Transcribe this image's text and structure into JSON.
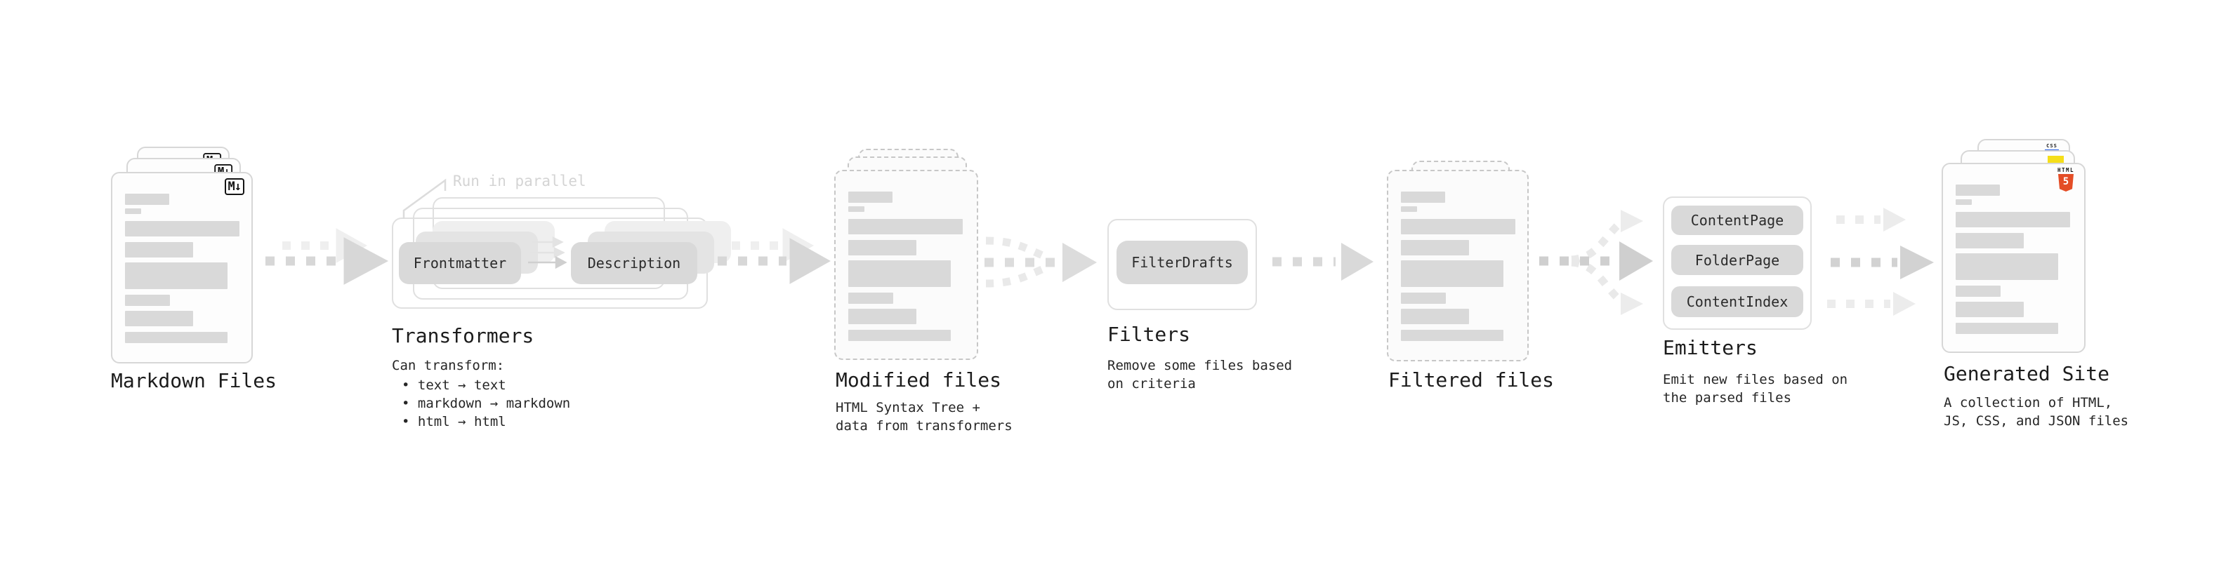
{
  "stages": {
    "markdown_files": {
      "label": "Markdown Files",
      "badge": "M↓"
    },
    "transformers": {
      "label": "Transformers",
      "note": "Run in parallel",
      "boxes": {
        "frontmatter": "Frontmatter",
        "description": "Description"
      },
      "description_heading": "Can transform:",
      "bullets": [
        "• text → text",
        "• markdown → markdown",
        "• html → html"
      ]
    },
    "modified_files": {
      "label": "Modified files",
      "description": "HTML Syntax Tree +\ndata from transformers"
    },
    "filters": {
      "label": "Filters",
      "box": "FilterDrafts",
      "description": "Remove some files based\non criteria"
    },
    "filtered_files": {
      "label": "Filtered files"
    },
    "emitters": {
      "label": "Emitters",
      "boxes": [
        "ContentPage",
        "FolderPage",
        "ContentIndex"
      ],
      "description": "Emit new files based on\nthe parsed files"
    },
    "generated_site": {
      "label": "Generated Site",
      "description": "A collection of HTML,\nJS, CSS, and JSON files",
      "badges": {
        "css": "CSS",
        "html": "HTML",
        "html_number": "5"
      }
    }
  },
  "colors": {
    "skeleton_bar": "#d9d9d9",
    "card_border": "#d7d7d7",
    "dashed_border": "#c7c7c7",
    "pill_fill": "#d9d9d9",
    "arrow": "#d7d7d7",
    "arrow_light": "#ececec",
    "note_text": "#d4d4d4",
    "css_blue": "#2760e6",
    "js_yellow": "#f5de19",
    "html5_orange": "#e44d26"
  }
}
